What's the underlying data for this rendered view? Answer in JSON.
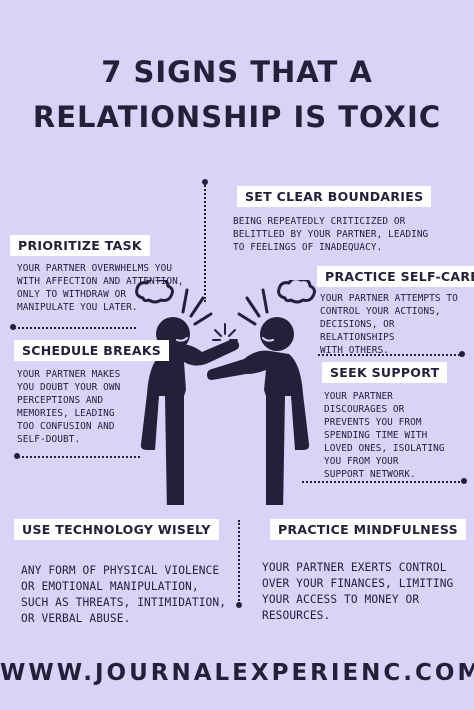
{
  "title": {
    "line1": "7 SIGNS THAT A",
    "line2": "RELATIONSHIP IS TOXIC"
  },
  "sections": {
    "set_boundaries": {
      "heading": "SET CLEAR BOUNDARIES",
      "lines": [
        "BEING REPEATEDLY CRITICIZED OR",
        "BELITTLED BY YOUR PARTNER, LEADING",
        "TO FEELINGS OF INADEQUACY."
      ]
    },
    "prioritize_task": {
      "heading": "PRIORITIZE TASK",
      "lines": [
        "YOUR PARTNER OVERWHELMS YOU",
        "WITH AFFECTION AND ATTENTION,",
        "ONLY TO WITHDRAW OR",
        "MANIPULATE YOU LATER."
      ]
    },
    "self_care": {
      "heading": "PRACTICE SELF-CARE",
      "lines": [
        "YOUR PARTNER ATTEMPTS TO",
        "CONTROL YOUR ACTIONS,",
        "DECISIONS, OR RELATIONSHIPS",
        "WITH OTHERS."
      ]
    },
    "schedule_breaks": {
      "heading": "SCHEDULE BREAKS",
      "lines": [
        "YOUR PARTNER MAKES",
        "YOU DOUBT YOUR OWN",
        "PERCEPTIONS AND",
        "MEMORIES, LEADING",
        "TOO CONFUSION AND",
        "SELF-DOUBT."
      ]
    },
    "seek_support": {
      "heading": "SEEK SUPPORT",
      "lines": [
        "YOUR PARTNER",
        "DISCOURAGES OR",
        "PREVENTS YOU FROM",
        "SPENDING TIME WITH",
        "LOVED ONES, ISOLATING",
        "YOU FROM YOUR",
        "SUPPORT NETWORK."
      ]
    },
    "technology": {
      "heading": "USE TECHNOLOGY WISELY",
      "lines": [
        "ANY FORM OF PHYSICAL VIOLENCE",
        "OR EMOTIONAL MANIPULATION,",
        "SUCH AS THREATS, INTIMIDATION,",
        "OR VERBAL ABUSE."
      ]
    },
    "mindfulness": {
      "heading": "PRACTICE MINDFULNESS",
      "lines": [
        "YOUR PARTNER EXERTS CONTROL",
        "OVER YOUR FINANCES, LIMITING",
        "YOUR ACCESS TO MONEY OR",
        "RESOURCES."
      ]
    }
  },
  "footer": "WWW.JOURNALEXPERIENC.COM",
  "illustration": "two-arguing-figures-icon",
  "colors": {
    "background": "#d9d3f8",
    "ink": "#23213a",
    "label_bg": "#ffffff"
  }
}
